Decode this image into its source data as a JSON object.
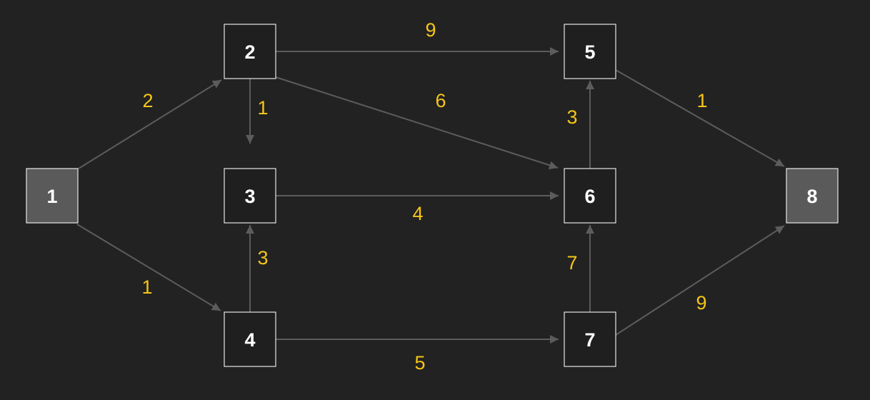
{
  "colors": {
    "background": "#222222",
    "node_fill": "#1f1f1f",
    "terminal_node_fill": "#5a5a5a",
    "node_border": "#e6e6e6",
    "node_text": "#ffffff",
    "edge": "#5c5c5c",
    "weight_text": "#f5c518"
  },
  "nodes": [
    {
      "id": "1",
      "label": "1",
      "terminal": true
    },
    {
      "id": "2",
      "label": "2",
      "terminal": false
    },
    {
      "id": "3",
      "label": "3",
      "terminal": false
    },
    {
      "id": "4",
      "label": "4",
      "terminal": false
    },
    {
      "id": "5",
      "label": "5",
      "terminal": false
    },
    {
      "id": "6",
      "label": "6",
      "terminal": false
    },
    {
      "id": "7",
      "label": "7",
      "terminal": false
    },
    {
      "id": "8",
      "label": "8",
      "terminal": true
    }
  ],
  "edges": [
    {
      "from": "1",
      "to": "2",
      "weight": "2"
    },
    {
      "from": "1",
      "to": "4",
      "weight": "1"
    },
    {
      "from": "2",
      "to": "5",
      "weight": "9"
    },
    {
      "from": "2",
      "to": "3",
      "weight": "1"
    },
    {
      "from": "2",
      "to": "6",
      "weight": "6"
    },
    {
      "from": "3",
      "to": "6",
      "weight": "4"
    },
    {
      "from": "4",
      "to": "3",
      "weight": "3"
    },
    {
      "from": "4",
      "to": "7",
      "weight": "5"
    },
    {
      "from": "6",
      "to": "5",
      "weight": "3"
    },
    {
      "from": "7",
      "to": "6",
      "weight": "7"
    },
    {
      "from": "5",
      "to": "8",
      "weight": "1"
    },
    {
      "from": "7",
      "to": "8",
      "weight": "9"
    }
  ]
}
